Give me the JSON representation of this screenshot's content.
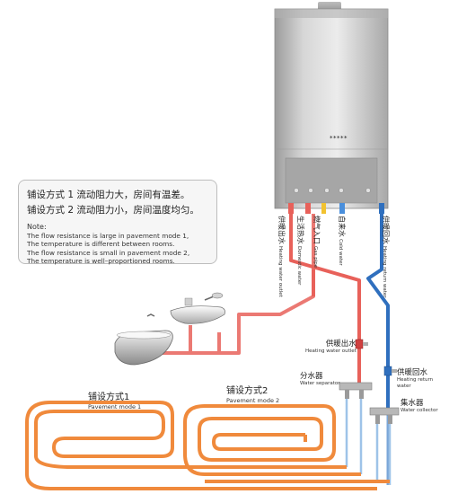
{
  "notes": {
    "cn_line1": "铺设方式 1 流动阻力大，房间有温差。",
    "cn_line2": "铺设方式 2 流动阻力小，房间温度均匀。",
    "heading": "Note:",
    "en_lines": [
      "The flow resistance is large in pavement mode 1,",
      "The temperature is different between rooms.",
      "The flow resistance is small in pavement mode 2,",
      "The temperature is well–proportioned rooms."
    ]
  },
  "boiler": {
    "display": "*****"
  },
  "pipe_labels": {
    "heating_outlet": {
      "cn": "供暖出水",
      "en": "Heating water outlet"
    },
    "domestic_hot": {
      "cn": "生活热水",
      "en": "Domestic water"
    },
    "gas_pipe": {
      "cn": "燃气入口",
      "en": "Gas pipe"
    },
    "cold_water": {
      "cn": "自来水",
      "en": "Cold water"
    },
    "heating_return": {
      "cn": "供暖回水",
      "en": "Heating return water"
    }
  },
  "components": {
    "outlet_valve": {
      "cn": "供暖出水",
      "en": "Heating water outlet"
    },
    "return_valve": {
      "cn": "供暖回水",
      "en": "Heating return water"
    },
    "separator": {
      "cn": "分水器",
      "en": "Water separator"
    },
    "collector": {
      "cn": "集水器",
      "en": "Water collector"
    }
  },
  "modes": {
    "mode1": {
      "cn": "铺设方式1",
      "en": "Pavement mode 1"
    },
    "mode2": {
      "cn": "铺设方式2",
      "en": "Pavement mode 2"
    }
  },
  "colors": {
    "hot_pipe": "#f08a3c",
    "red_pipe": "#e8615a",
    "return_pipe": "#2f6fbe",
    "boiler_body": "#c8c8c8"
  }
}
